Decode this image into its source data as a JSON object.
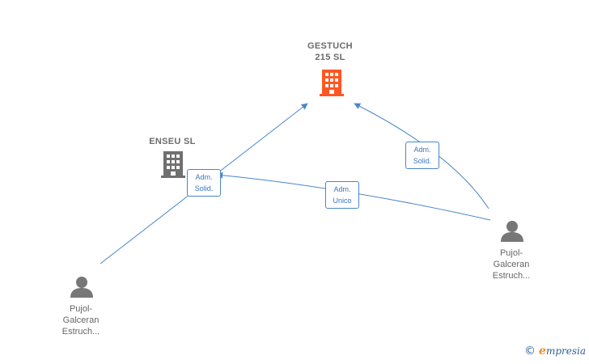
{
  "nodes": {
    "gestuch": {
      "line1": "GESTUCH",
      "line2": "215  SL",
      "color": "#ff5722"
    },
    "enseu": {
      "line1": "ENSEU  SL",
      "color": "#707070"
    },
    "person_left": {
      "line1": "Pujol-",
      "line2": "Galceran",
      "line3": "Estruch..."
    },
    "person_right": {
      "line1": "Pujol-",
      "line2": "Galceran",
      "line3": "Estruch..."
    }
  },
  "edges": {
    "left_to_gestuch": {
      "line1": "Adm.",
      "line2": "Solid."
    },
    "right_to_gestuch": {
      "line1": "Adm.",
      "line2": "Solid."
    },
    "right_to_enseu": {
      "line1": "Adm.",
      "line2": "Unico"
    }
  },
  "colors": {
    "edge": "#4a86c8",
    "person": "#777777"
  },
  "brand": {
    "copyright": "©",
    "e": "e",
    "name": "mpresia"
  }
}
